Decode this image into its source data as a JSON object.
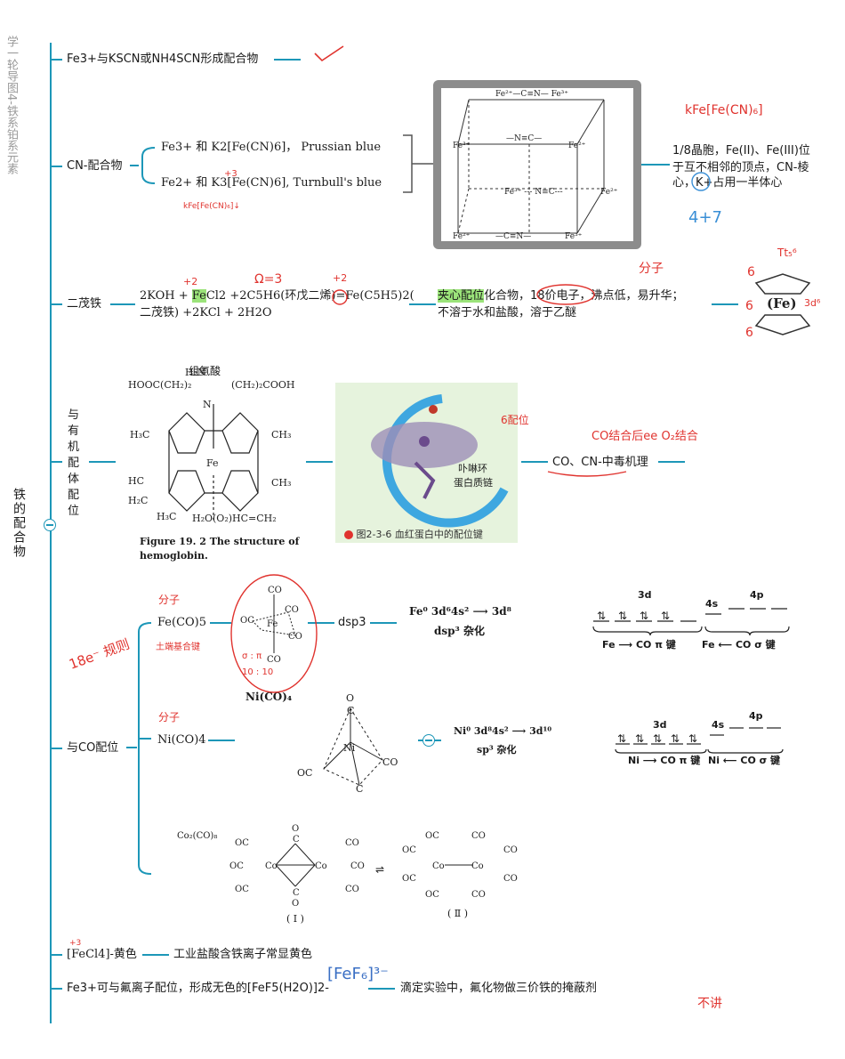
{
  "side_title": "学一轮导图4-铁系铂系元素",
  "root": {
    "label": "铁的配合物"
  },
  "rows": {
    "kscn": {
      "text": "Fe3+与KSCN或NH4SCN形成配合物"
    },
    "cn": {
      "label": "CN-配合物",
      "items": [
        "Fe3+ 和 K2[Fe(CN)6]，  Prussian blue",
        "Fe2+ 和 K3[Fe(CN)6],    Turnbull's blue"
      ],
      "desc": [
        "1/8晶胞，Fe(II)、Fe(III)位",
        "于互不相邻的顶点，CN-棱",
        "心，K+占用一半体心"
      ]
    },
    "ferrocene": {
      "label": "二茂铁",
      "eq_pre": "2KOH + ",
      "eq_hl": "Fe",
      "eq_post": "Cl2 +2C5H6(环戊二烯)=Fe(C5H5)2(",
      "eq_line2": "二茂铁) +2KCl + 2H2O",
      "prop_hl": "夹心配位",
      "prop_line1_rest": "化合物，18价电子，沸点低，易升华；",
      "prop_line2": "不溶于水和盐酸，溶于乙醚"
    },
    "porphyrin": {
      "label": [
        "与",
        "有",
        "机",
        "配",
        "体",
        "配",
        "位"
      ],
      "fig_title": "组氨酸",
      "fig_caption": [
        "Figure 19. 2   The structure of",
        "hemoglobin."
      ],
      "photo_labels": [
        "卟啉环",
        "蛋白质链"
      ],
      "photo_caption": "图2-3-6   血红蛋白中的配位键",
      "mechanism": "CO、CN-中毒机理"
    },
    "co": {
      "label": "与CO配位",
      "fe_co5": "Fe(CO)5",
      "dsp3": "dsp3",
      "ni_co4": "Ni(CO)4",
      "ni_co4_fig": "Ni(CO)₄",
      "fe_config": "Fe⁰  3d⁶4s² ⟶ 3d⁸",
      "fe_hybrid": "dsp³ 杂化",
      "ni_config": "Ni⁰  3d⁸4s² ⟶ 3d¹⁰",
      "ni_hybrid": "sp³ 杂化",
      "fe_orb": {
        "d": "3d",
        "s": "4s",
        "p": "4p",
        "pi": "Fe ⟶ CO π 键",
        "sigma": "Fe ⟵ CO σ 键"
      },
      "ni_orb": {
        "d": "3d",
        "s": "4s",
        "p": "4p",
        "pi": "Ni ⟶ CO π 键",
        "sigma": "Ni ⟵ CO σ 键"
      },
      "co2_title": "Co₂(CO)₈",
      "co2_labels": [
        "( Ⅰ )",
        "( Ⅱ )"
      ]
    },
    "fecl4": {
      "label": "[FeCl4]-黄色",
      "desc": "工业盐酸含铁离子常显黄色"
    },
    "fef": {
      "label": "Fe3+可与氟离子配位，形成无色的[FeF5(H2O)]2-",
      "desc": "滴定实验中，氟化物做三价铁的掩蔽剂"
    }
  },
  "handwriting": {
    "kfe": "kFe[Fe(CN)₆]",
    "kfe_small": "kFe[Fe(CN)₆]↓",
    "plus3": "+3",
    "plus2": "+2",
    "omega": "Ω=3",
    "plus2b": "+2",
    "fenzi": "分子",
    "ferr_marks": [
      "6",
      "6",
      "6",
      "Tt₅⁶",
      "3d⁶"
    ],
    "num": "4+7",
    "sixbond": "6配位",
    "co_note": "CO结合后ee O₂结合",
    "fenzi2": "分子",
    "fenzi3": "分子",
    "eighteen": "18e⁻ 规则",
    "fe_bond": "土端基合键",
    "sigma": "σ : π",
    "ratio": "10 : 10",
    "ffe": "[FeF₆]³⁻",
    "plus3b": "+3",
    "bujiang": "不讲"
  },
  "colors": {
    "branch": "#1d97b8",
    "ink": "#e0332e",
    "highlight": "#9be37a"
  }
}
